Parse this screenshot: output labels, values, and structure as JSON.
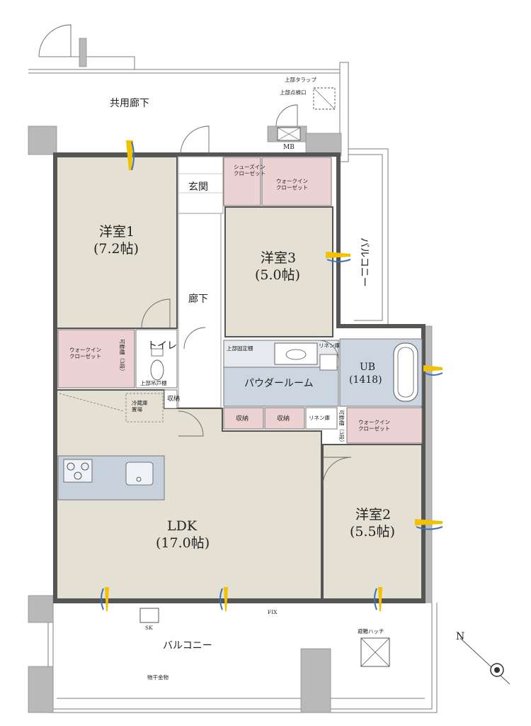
{
  "labels": {
    "common_corridor": "共用廊下",
    "upper_trap": "上部タラップ",
    "upper_inspection": "上部点検口",
    "mb": "MB",
    "entrance": "玄関",
    "shoes_closet": "シューズイン\nクローゼット",
    "walkin_closet": "ウォークイン\nクローゼット",
    "balcony_side": "バルコニー",
    "balcony_bottom": "バルコニー",
    "hallway": "廊下",
    "toilet": "トイレ",
    "upper_shelf": "上部吊戸棚",
    "upper_fixed_shelf": "上部固定棚",
    "movable_shelf": "可動棚（3段）",
    "linen": "リネン庫",
    "powder_room": "パウダールーム",
    "ub": "UB",
    "ub_size": "(1418)",
    "storage": "収納",
    "fridge": "冷蔵庫\n置場",
    "fix": "FIX",
    "sk": "SK",
    "escape_hatch": "避難ハッチ",
    "drying_hardware": "物干金物",
    "compass_n": "N"
  },
  "rooms": {
    "western1": {
      "name": "洋室1",
      "size": "(7.2帖)"
    },
    "western2": {
      "name": "洋室2",
      "size": "(5.5帖)"
    },
    "western3": {
      "name": "洋室3",
      "size": "(5.0帖)"
    },
    "ldk": {
      "name": "LDK",
      "size": "(17.0帖)"
    }
  },
  "colors": {
    "room_floor": "#e4e1d4",
    "closet": "#ecd2d3",
    "wet_area": "#ccd6e1",
    "kitchen": "#c7d1dc",
    "hall": "#ffffff",
    "wall": "#b9b9b9",
    "window_blue": "#3f6fb5",
    "window_yellow": "#f2c200"
  }
}
